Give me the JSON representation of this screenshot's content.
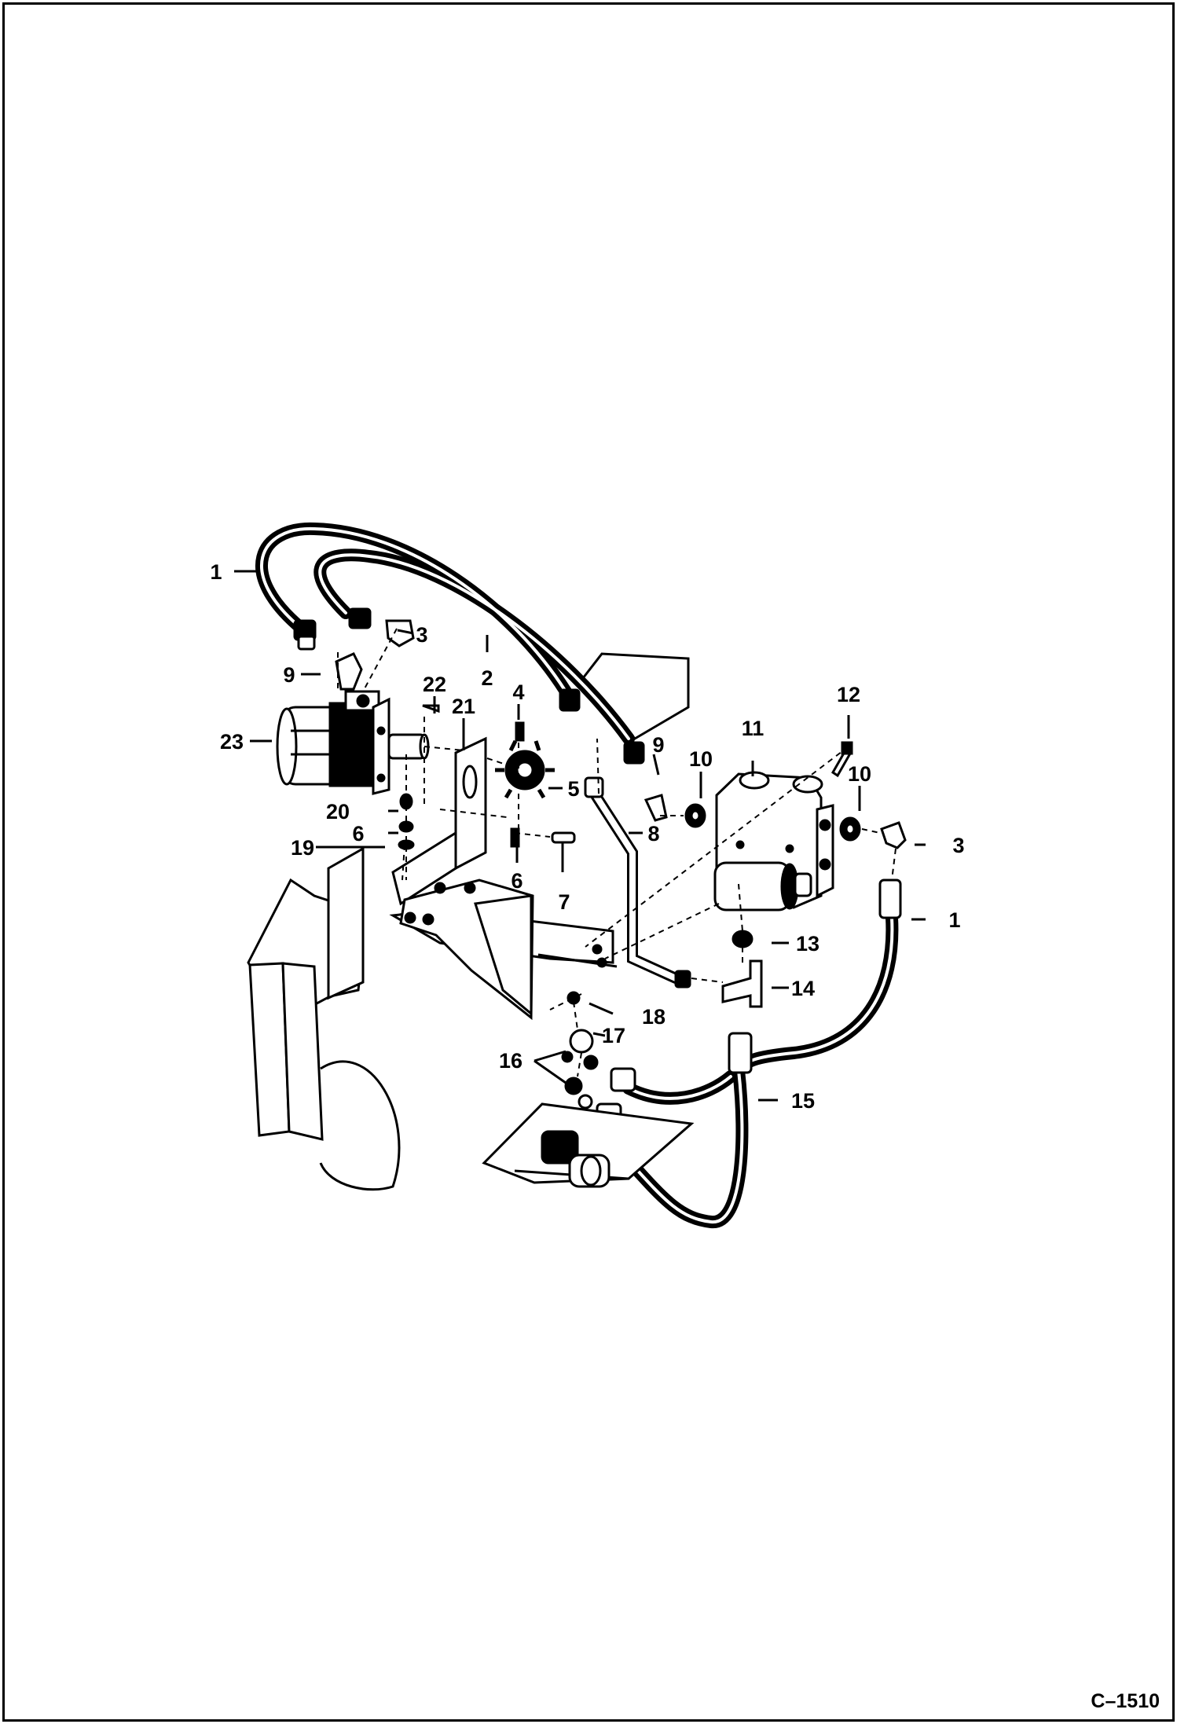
{
  "figure": {
    "document_code": "C–1510",
    "callouts": [
      {
        "id": "c1a",
        "text": "1"
      },
      {
        "id": "c2",
        "text": "2"
      },
      {
        "id": "c3a",
        "text": "3"
      },
      {
        "id": "c9a",
        "text": "9"
      },
      {
        "id": "c22",
        "text": "22"
      },
      {
        "id": "c21",
        "text": "21"
      },
      {
        "id": "c4",
        "text": "4"
      },
      {
        "id": "c23",
        "text": "23"
      },
      {
        "id": "c5",
        "text": "5"
      },
      {
        "id": "c20",
        "text": "20"
      },
      {
        "id": "c6a",
        "text": "6"
      },
      {
        "id": "c19",
        "text": "19"
      },
      {
        "id": "c6b",
        "text": "6"
      },
      {
        "id": "c7",
        "text": "7"
      },
      {
        "id": "c8",
        "text": "8"
      },
      {
        "id": "c9b",
        "text": "9"
      },
      {
        "id": "c10a",
        "text": "10"
      },
      {
        "id": "c11",
        "text": "11"
      },
      {
        "id": "c12",
        "text": "12"
      },
      {
        "id": "c10b",
        "text": "10"
      },
      {
        "id": "c3b",
        "text": "3"
      },
      {
        "id": "c1b",
        "text": "1"
      },
      {
        "id": "c13",
        "text": "13"
      },
      {
        "id": "c14",
        "text": "14"
      },
      {
        "id": "c18",
        "text": "18"
      },
      {
        "id": "c17",
        "text": "17"
      },
      {
        "id": "c16",
        "text": "16"
      },
      {
        "id": "c15",
        "text": "15"
      }
    ]
  }
}
